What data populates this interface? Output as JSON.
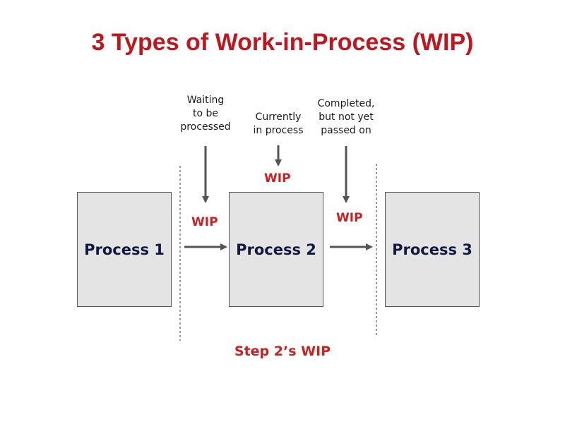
{
  "title": "3 Types of Work-in-Process (WIP)",
  "processes": [
    {
      "label": "Process 1"
    },
    {
      "label": "Process 2"
    },
    {
      "label": "Process 3"
    }
  ],
  "notes": {
    "waiting": [
      "Waiting",
      "to be",
      "processed"
    ],
    "current": [
      "Currently",
      "in process"
    ],
    "completed": [
      "Completed,",
      "but not yet",
      "passed on"
    ]
  },
  "wip_label": "WIP",
  "caption": "Step 2’s WIP",
  "colors": {
    "title": "#c0161e",
    "wip": "#cc1f1f",
    "box_fill": "#e4e4e4",
    "box_text": "#14173f",
    "arrow": "#555555"
  }
}
